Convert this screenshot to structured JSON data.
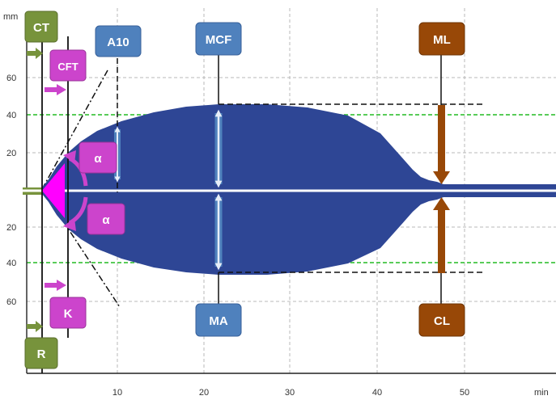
{
  "axes": {
    "y_unit": "mm",
    "x_unit": "min",
    "x_ticks": [
      "10",
      "20",
      "30",
      "40",
      "50"
    ],
    "y_ticks_upper": [
      "60",
      "40",
      "20"
    ],
    "y_ticks_lower": [
      "20",
      "40",
      "60"
    ]
  },
  "labels": {
    "ct": "CT",
    "cft": "CFT",
    "a10": "A10",
    "mcf": "MCF",
    "ml": "ML",
    "alpha_upper": "α",
    "alpha_lower": "α",
    "k": "K",
    "r": "R",
    "ma": "MA",
    "cl": "CL"
  },
  "colors": {
    "trace": "#2e4695",
    "green_box": "#77933c",
    "magenta_box": "#cc44cc",
    "blue_box": "#4f81bd",
    "brown_box": "#984807",
    "alpha_fill": "#ff00ff",
    "green_grid": "#22bb22"
  }
}
